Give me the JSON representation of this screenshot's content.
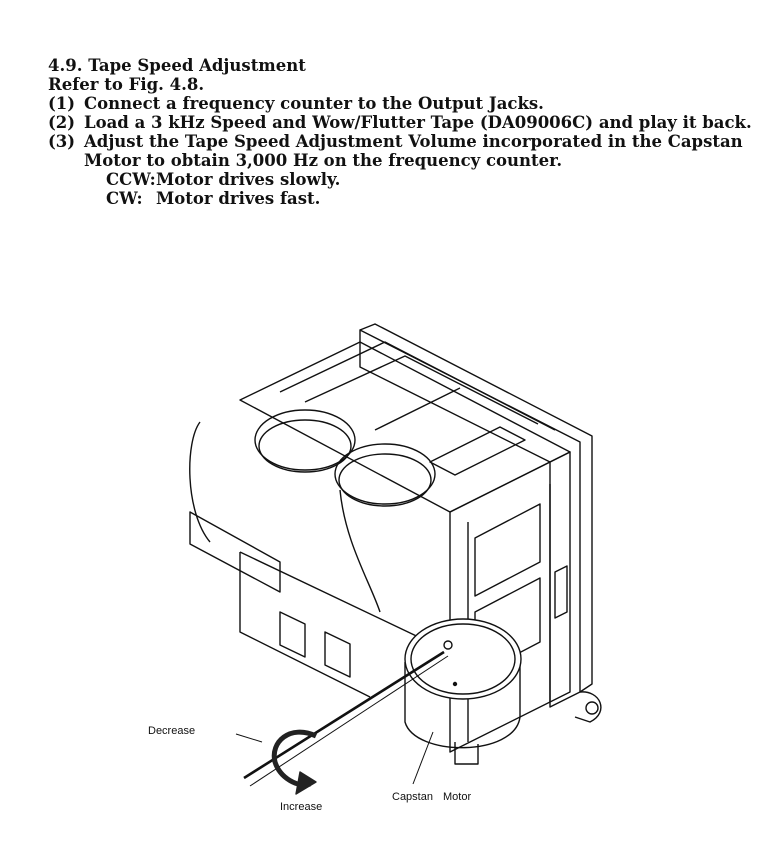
{
  "section": {
    "heading": "4.9. Tape Speed Adjustment",
    "reference": "Refer to Fig. 4.8."
  },
  "steps": [
    {
      "num": "(1)",
      "text": "Connect a frequency counter to the Output Jacks."
    },
    {
      "num": "(2)",
      "text": "Load a 3 kHz Speed and Wow/Flutter Tape (DA09006C) and play it back."
    },
    {
      "num": "(3)",
      "text": "Adjust the Tape Speed Adjustment Volume incorporated in the Capstan Motor to obtain 3,000 Hz on the frequency counter."
    }
  ],
  "directions": [
    {
      "key": "CCW:",
      "text": "Motor drives slowly."
    },
    {
      "key": "CW:",
      "text": "Motor drives fast."
    }
  ],
  "figure": {
    "labels": {
      "decrease": "Decrease",
      "increase": "Increase",
      "capstan": "Capstan",
      "motor": "Motor"
    }
  }
}
